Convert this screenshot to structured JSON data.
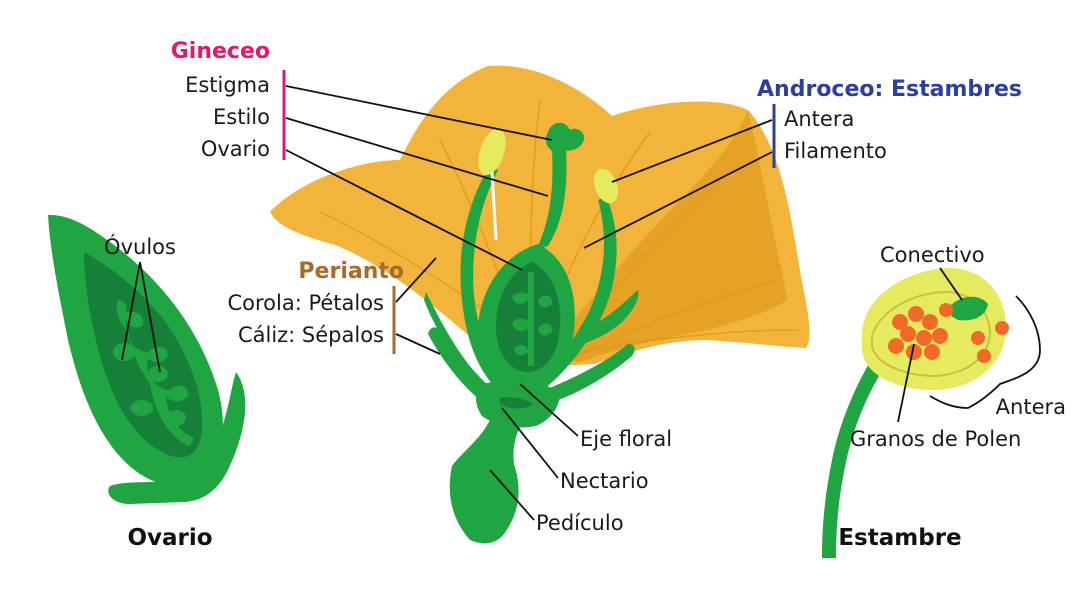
{
  "colors": {
    "petal": "#f2b43a",
    "petal_dark": "#dc9418",
    "green": "#1fa642",
    "green_dark": "#16803a",
    "anther": "#e6ea5e",
    "pollen": "#f16a2a",
    "gineceo_bar": "#e0186e",
    "androceo_bar": "#2c3fa0",
    "perianto_bar": "#a86a2c"
  },
  "flower": {
    "gineceo": {
      "title": "Gineceo",
      "parts": [
        "Estigma",
        "Estilo",
        "Ovario"
      ]
    },
    "androceo": {
      "title": "Androceo: Estambres",
      "parts": [
        "Antera",
        "Filamento"
      ]
    },
    "perianto": {
      "title": "Perianto",
      "parts": [
        "Corola: Pétalos",
        "Cáliz: Sépalos"
      ]
    },
    "bottom_labels": [
      "Eje floral",
      "Nectario",
      "Pedículo"
    ]
  },
  "ovario_detail": {
    "caption": "Ovario",
    "label": "Óvulos"
  },
  "estambre_detail": {
    "caption": "Estambre",
    "labels": {
      "conectivo": "Conectivo",
      "antera": "Antera",
      "polen": "Granos de Polen"
    }
  }
}
